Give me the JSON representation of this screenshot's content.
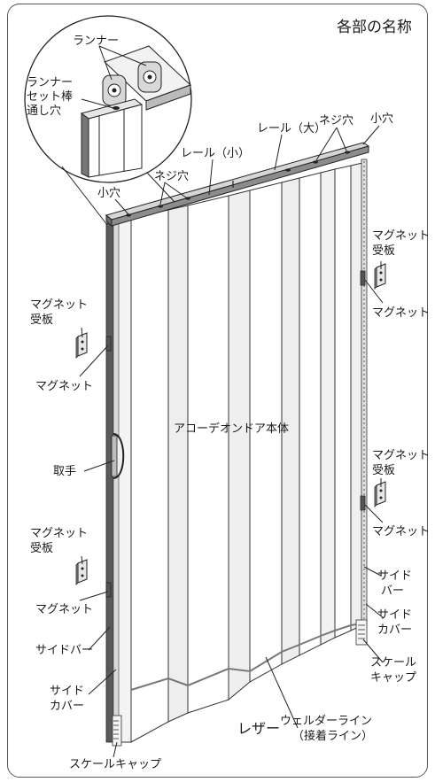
{
  "title": "各部の名称",
  "labels": {
    "runner": "ランナー",
    "runner_hole_1": "ランナー",
    "runner_hole_2": "セット棒",
    "runner_hole_3": "通し穴",
    "rail_large": "レール（大）",
    "screw_hole_top": "ネジ穴",
    "small_hole_top": "小穴",
    "rail_small": "レール（小）",
    "screw_hole_left": "ネジ穴",
    "small_hole_left": "小穴",
    "magnet_plate_tr_1": "マグネット",
    "magnet_plate_tr_2": "受板",
    "magnet_tr": "マグネット",
    "magnet_plate_ml_1": "マグネット",
    "magnet_plate_ml_2": "受板",
    "magnet_ml": "マグネット",
    "door_body": "アコーデオンドア本体",
    "handle": "取手",
    "magnet_plate_mr_1": "マグネット",
    "magnet_plate_mr_2": "受板",
    "magnet_mr": "マグネット",
    "magnet_plate_bl_1": "マグネット",
    "magnet_plate_bl_2": "受板",
    "magnet_bl": "マグネット",
    "side_bar_r_1": "サイド",
    "side_bar_r_2": "バー",
    "side_cover_r_1": "サイド",
    "side_cover_r_2": "カバー",
    "side_bar_l": "サイドバー",
    "side_cover_l_1": "サイド",
    "side_cover_l_2": "カバー",
    "scale_cap_r_1": "スケール",
    "scale_cap_r_2": "キャップ",
    "welder_line_1": "ウェルダーライン",
    "welder_line_2": "（接着ライン）",
    "leather": "レザー",
    "scale_cap_l": "スケールキャップ"
  }
}
